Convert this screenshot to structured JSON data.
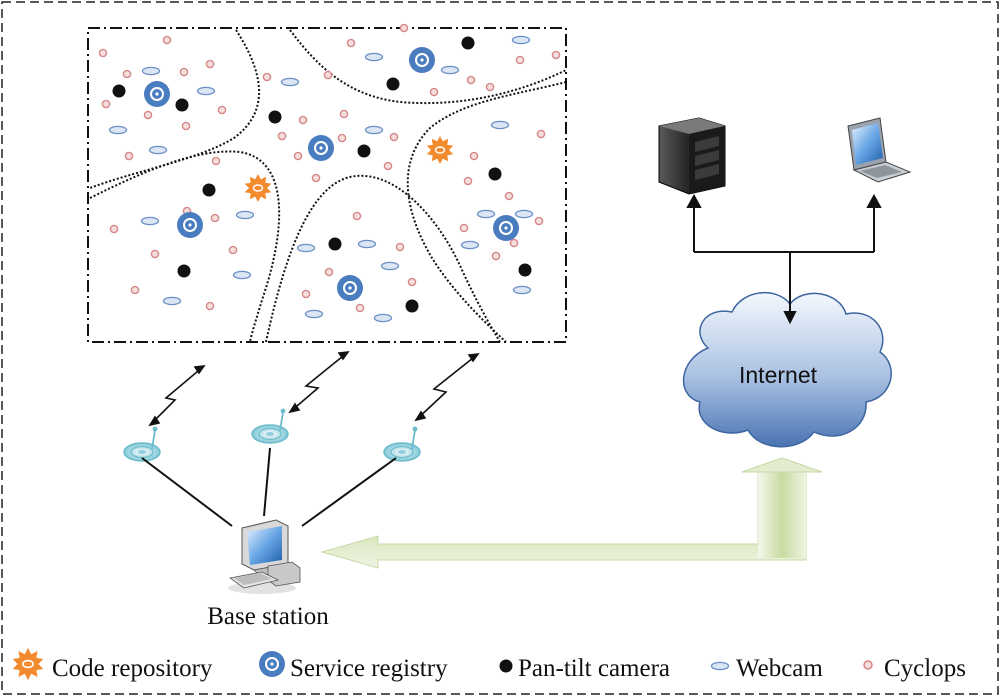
{
  "labels": {
    "internet": "Internet",
    "base_station": "Base station"
  },
  "legend": [
    {
      "icon": "code-repository-icon",
      "label": "Code repository"
    },
    {
      "icon": "service-registry-icon",
      "label": "Service registry"
    },
    {
      "icon": "pan-tilt-camera-icon",
      "label": "Pan-tilt camera"
    },
    {
      "icon": "webcam-icon",
      "label": "Webcam"
    },
    {
      "icon": "cyclops-icon",
      "label": "Cyclops"
    }
  ],
  "colors": {
    "code_repository": "#f28a2e",
    "service_registry": "#4a7cc0",
    "pan_tilt_camera": "#111111",
    "webcam_fill": "#dbe6f4",
    "webcam_stroke": "#6a8fc6",
    "cyclops_fill": "#f6dede",
    "cyclops_stroke": "#d58787",
    "cloud_top": "#eef3fb",
    "cloud_bottom": "#4d78b5",
    "arrow_fill": "#dfe9c7"
  }
}
